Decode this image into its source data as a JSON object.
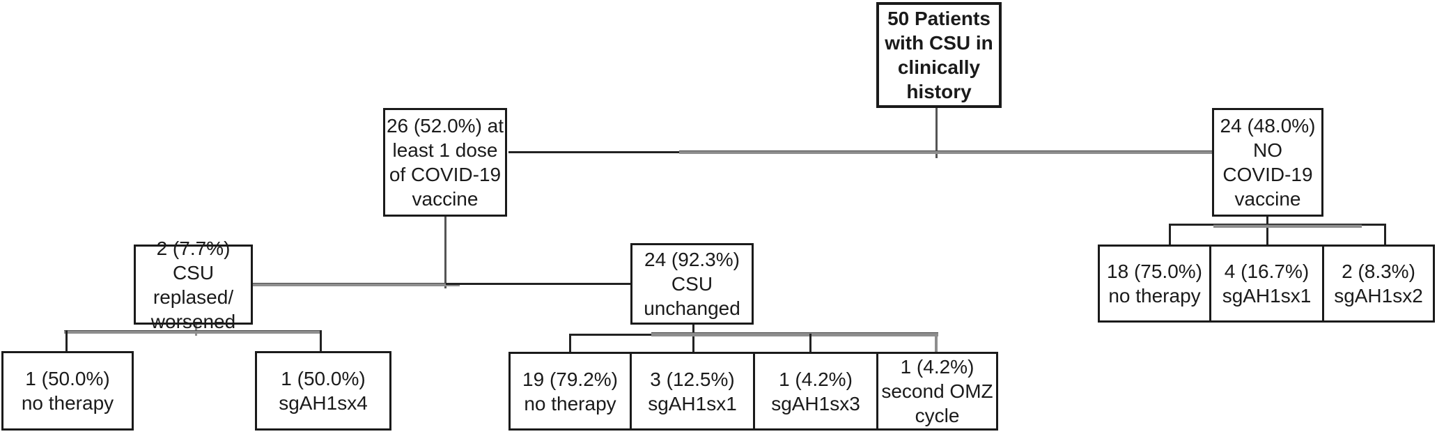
{
  "diagram": {
    "description": "Flowchart of 50 patients with CSU in clinical history, split by COVID-19 vaccination status, CSU course after vaccination, and therapy received",
    "colors": {
      "box_background": "#ffffff",
      "box_border": "#1a1a1a",
      "text": "#1a1a1a",
      "connector_black": "#222222",
      "connector_gray": "#8e8e8e"
    }
  },
  "nodes": {
    "root": {
      "label": "50 Patients\nwith CSU in\nclinically\nhistory"
    },
    "vaccinated": {
      "label": "26 (52.0%) at\nleast 1 dose\nof COVID-19\nvaccine"
    },
    "no_vaccine": {
      "label": "24 (48.0%)\nNO\nCOVID-19\nvaccine"
    },
    "csu_worsened": {
      "label": "2 (7.7%) CSU\nreplased/\nworsened"
    },
    "csu_unchanged": {
      "label": "24 (92.3%)\nCSU\nunchanged"
    },
    "worsened_no_therapy": {
      "label": "1 (50.0%)\nno therapy"
    },
    "worsened_sgah1sx4": {
      "label": "1 (50.0%)\nsgAH1sx4"
    },
    "unchanged_no_therapy": {
      "label": "19 (79.2%)\nno therapy"
    },
    "unchanged_sgah1sx1": {
      "label": "3 (12.5%)\nsgAH1sx1"
    },
    "unchanged_sgah1sx3": {
      "label": "1 (4.2%)\nsgAH1sx3"
    },
    "unchanged_second_omz": {
      "label": "1 (4.2%)\nsecond OMZ\ncycle"
    },
    "novaccine_no_therapy": {
      "label": "18 (75.0%)\nno therapy"
    },
    "novaccine_sgah1sx1": {
      "label": "4 (16.7%)\nsgAH1sx1"
    },
    "novaccine_sgah1sx2": {
      "label": "2 (8.3%)\nsgAH1sx2"
    }
  },
  "edges": [
    [
      "root",
      "vaccinated"
    ],
    [
      "root",
      "no_vaccine"
    ],
    [
      "vaccinated",
      "csu_worsened"
    ],
    [
      "vaccinated",
      "csu_unchanged"
    ],
    [
      "csu_worsened",
      "worsened_no_therapy"
    ],
    [
      "csu_worsened",
      "worsened_sgah1sx4"
    ],
    [
      "csu_unchanged",
      "unchanged_no_therapy"
    ],
    [
      "csu_unchanged",
      "unchanged_sgah1sx1"
    ],
    [
      "csu_unchanged",
      "unchanged_sgah1sx3"
    ],
    [
      "csu_unchanged",
      "unchanged_second_omz"
    ],
    [
      "no_vaccine",
      "novaccine_no_therapy"
    ],
    [
      "no_vaccine",
      "novaccine_sgah1sx1"
    ],
    [
      "no_vaccine",
      "novaccine_sgah1sx2"
    ]
  ]
}
